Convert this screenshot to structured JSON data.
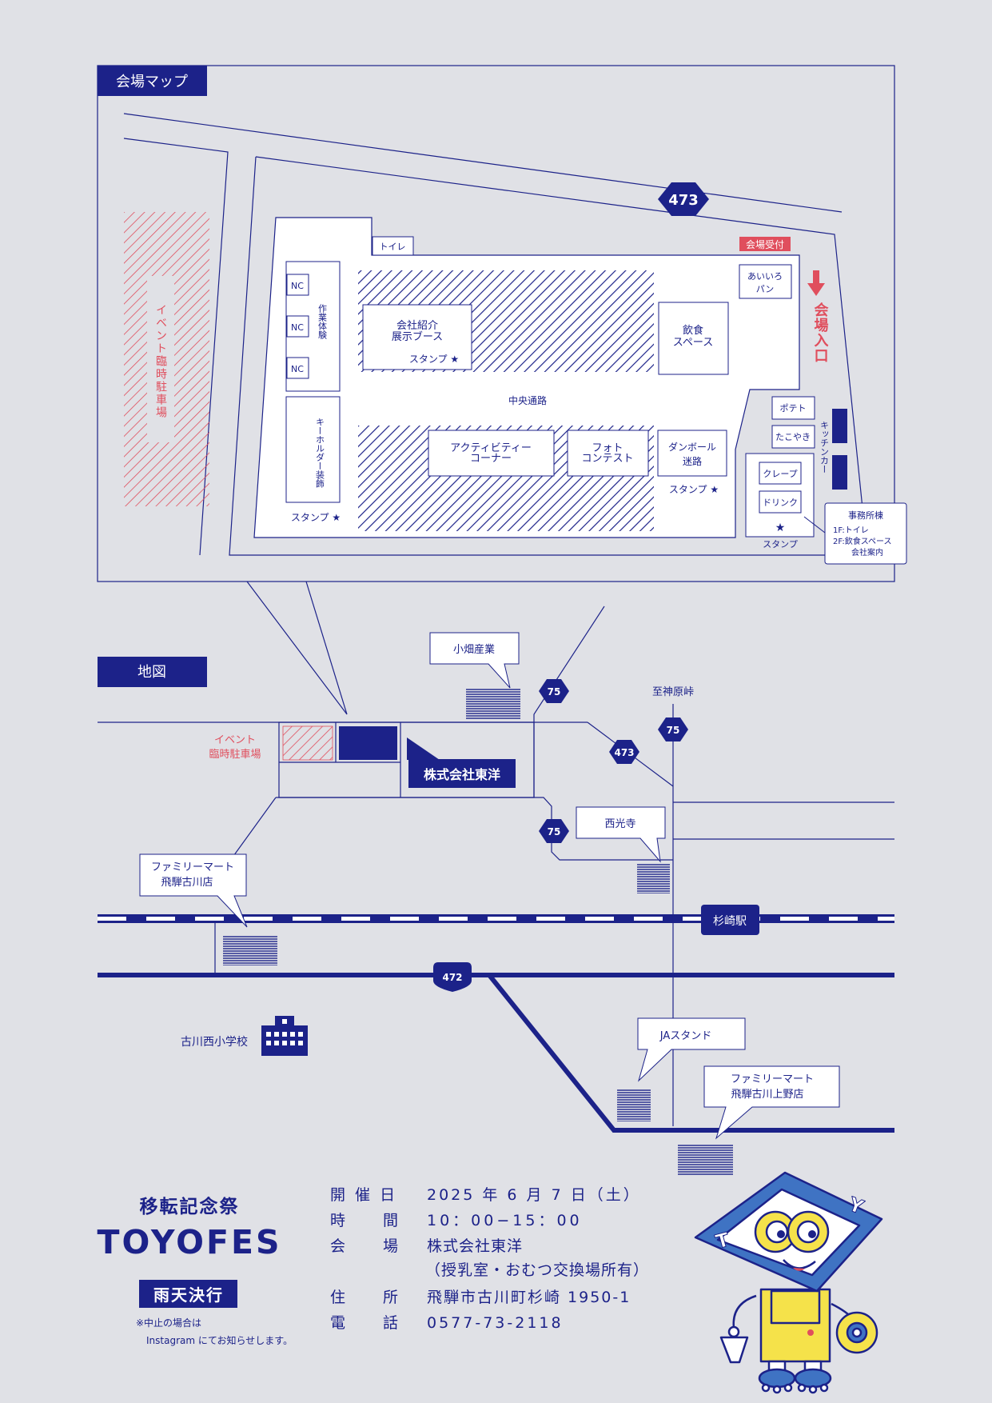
{
  "venue_map": {
    "title": "会場マップ",
    "route_badge": "473",
    "parking": "イベント臨時駐車場",
    "toilet": "トイレ",
    "reception": "会場受付",
    "entrance": "会場入口",
    "nc": [
      "NC",
      "NC",
      "NC"
    ],
    "workshop": "作業体験",
    "keyholder": "キーホルダー装飾",
    "company_booth_line1": "会社紹介",
    "company_booth_line2": "展示ブース",
    "stamp_star": "スタンプ ★",
    "eating_line1": "飲食",
    "eating_line2": "スペース",
    "aiiro_line1": "あいいろ",
    "aiiro_line2": "パン",
    "central_path": "中央通路",
    "activity_line1": "アクティビティー",
    "activity_line2": "コーナー",
    "photo_line1": "フォト",
    "photo_line2": "コンテスト",
    "maze_line1": "ダンボール",
    "maze_line2": "迷路",
    "potato": "ポテト",
    "takoyaki": "たこやき",
    "kitchen_car": "キッチンカー",
    "crepe": "クレープ",
    "drink": "ドリンク",
    "star": "★",
    "stamp": "スタンプ",
    "office_title": "事務所棟",
    "office_1f": "1F:トイレ",
    "office_2f": "2F:飲食スペース",
    "office_2f_b": "会社案内"
  },
  "area_map": {
    "title": "地図",
    "obata": "小畑産業",
    "route75": "75",
    "route473": "473",
    "route472": "472",
    "kamihara": "至神原峠",
    "parking_line1": "イベント",
    "parking_line2": "臨時駐車場",
    "company": "株式会社東洋",
    "saikoji": "西光寺",
    "familymart1_line1": "ファミリーマート",
    "familymart1_line2": "飛騨古川店",
    "station": "杉崎駅",
    "school": "古川西小学校",
    "ja": "JAスタンド",
    "familymart2_line1": "ファミリーマート",
    "familymart2_line2": "飛騨古川上野店"
  },
  "event": {
    "subtitle": "移転記念祭",
    "title": "TOYOFES",
    "rain": "雨天決行",
    "note_line1": "※中止の場合は",
    "note_line2": "Instagram にてお知らせします。",
    "rows": [
      {
        "label": "開 催 日",
        "value": "2025 年 6 月 7 日（土）"
      },
      {
        "label": "時　　間",
        "value": "10：00−15：00"
      },
      {
        "label": "会　　場",
        "value": "株式会社東洋"
      },
      {
        "label": "",
        "value": "（授乳室・おむつ交換場所有）"
      },
      {
        "label": "住　　所",
        "value": "飛騨市古川町杉崎 1950-1"
      },
      {
        "label": "電　　話",
        "value": "0577-73-2118"
      }
    ]
  },
  "mascot": {
    "letter_t": "T",
    "letter_y": "Y"
  },
  "colors": {
    "navy": "#1c2289",
    "red": "#e04e5d",
    "background": "#e0e1e6",
    "mascot_blue": "#3f73c3",
    "mascot_yellow": "#f5e24a"
  }
}
